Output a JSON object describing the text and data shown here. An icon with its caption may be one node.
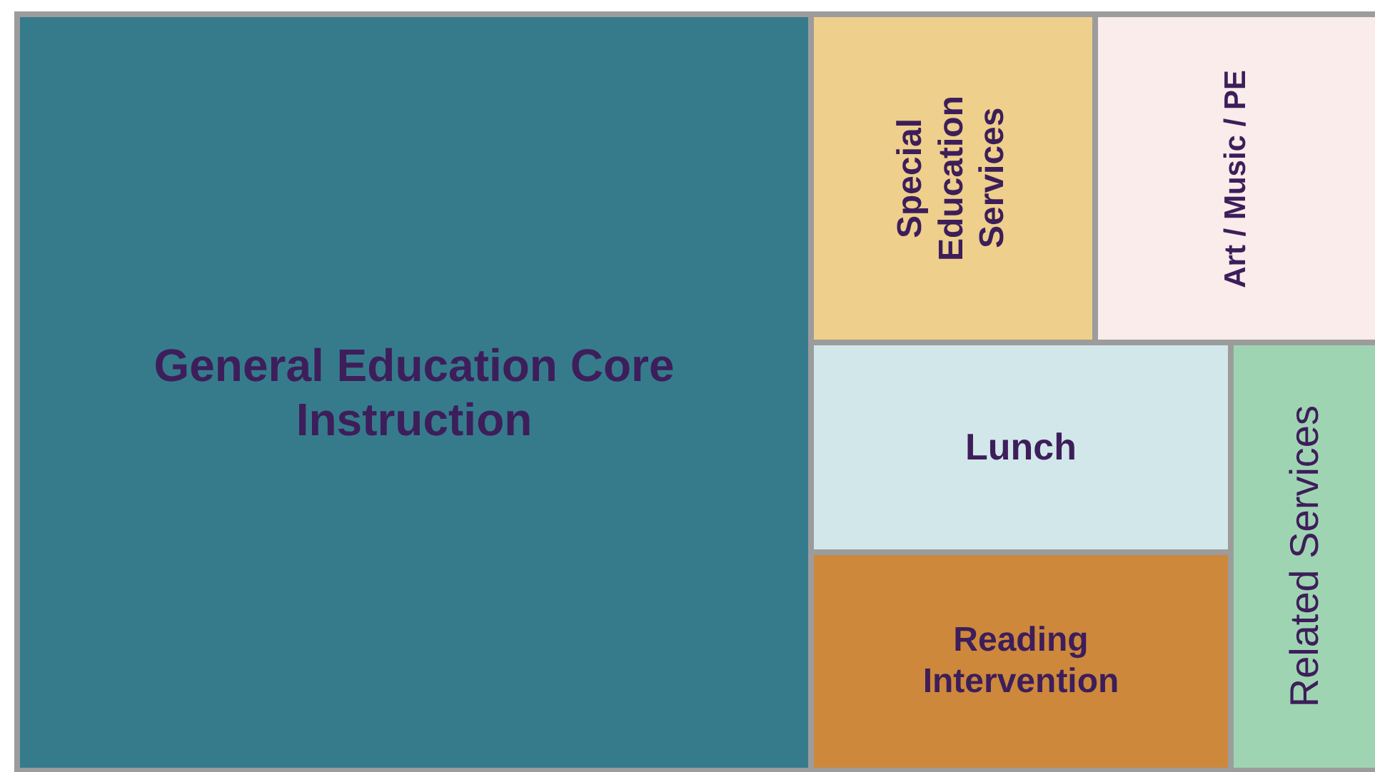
{
  "diagram": {
    "nodes": [
      {
        "text": [
          "General Education Core Instruction"
        ]
      },
      {
        "text": [
          "Special Education Services"
        ]
      },
      {
        "text": [
          "Art / Music / PE"
        ]
      },
      {
        "text": [
          "Lunch"
        ]
      },
      {
        "text": [
          "Related Services"
        ]
      },
      {
        "text": [
          "Reading Intervention"
        ]
      }
    ]
  }
}
